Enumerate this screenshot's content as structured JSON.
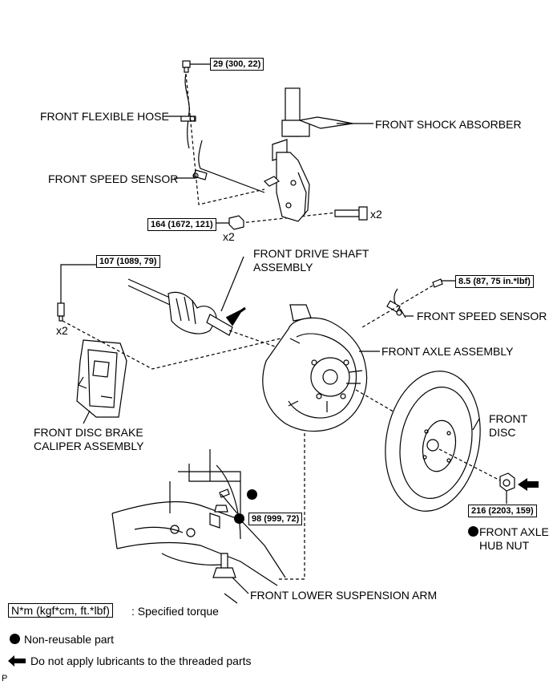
{
  "labels": {
    "front_flexible_hose": "FRONT FLEXIBLE HOSE",
    "front_speed_sensor_upper": "FRONT SPEED SENSOR",
    "front_shock_absorber": "FRONT SHOCK ABSORBER",
    "front_drive_shaft_line1": "FRONT DRIVE SHAFT",
    "front_drive_shaft_line2": "ASSEMBLY",
    "front_speed_sensor_right": "FRONT SPEED SENSOR",
    "front_axle_assembly": "FRONT AXLE ASSEMBLY",
    "front_disc_line1": "FRONT",
    "front_disc_line2": "DISC",
    "front_disc_brake_line1": "FRONT DISC BRAKE",
    "front_disc_brake_line2": "CALIPER ASSEMBLY",
    "front_axle_hub_nut_line1": "FRONT AXLE",
    "front_axle_hub_nut_line2": "HUB NUT",
    "front_lower_suspension_arm": "FRONT LOWER SUSPENSION ARM",
    "qty_bolt_shock": "x2",
    "qty_nut_shock": "x2",
    "qty_caliper_bolt": "x2"
  },
  "torques": {
    "hose_bolt": "29 (300, 22)",
    "shock_nut": "164 (1672, 121)",
    "caliper_bolt": "107 (1089, 79)",
    "speed_sensor_bolt": "8.5 (87, 75 in.*lbf)",
    "hub_nut": "216 (2203, 159)",
    "ball_joint_nut": "98 (999, 72)"
  },
  "legend": {
    "torque_unit": "N*m (kgf*cm, ft.*lbf)",
    "torque_text": ": Specified torque",
    "non_reusable": "Non-reusable part",
    "no_lubricant": "Do not apply lubricants to the threaded parts"
  },
  "footer_code": "P"
}
